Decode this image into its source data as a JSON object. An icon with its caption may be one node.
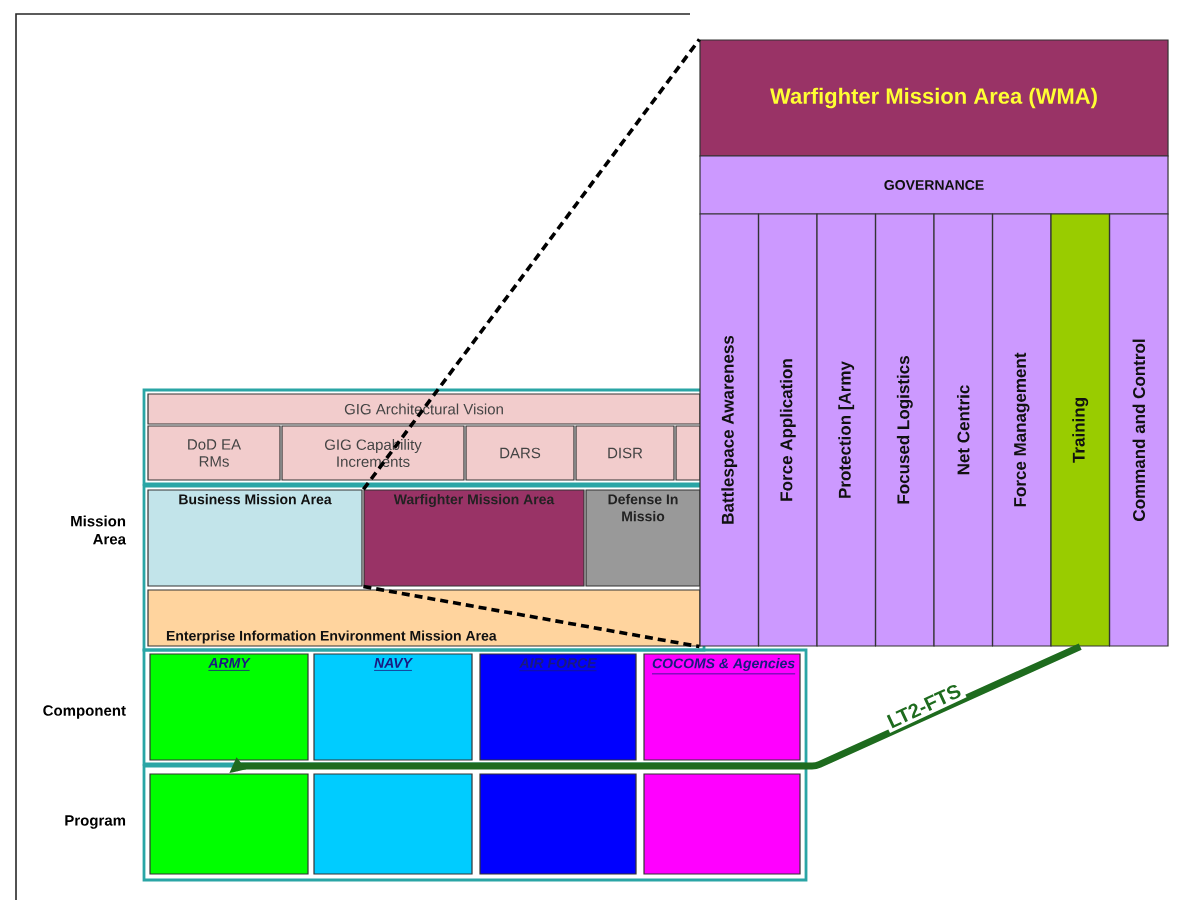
{
  "diagram": {
    "nodes": [
      {
        "text": [
          "GIG Architectural Vision"
        ]
      },
      {
        "text": [
          "DoD EA RMs"
        ]
      },
      {
        "text": [
          "GIG Capability Increments"
        ]
      },
      {
        "text": [
          "DARS"
        ]
      },
      {
        "text": [
          "DISR"
        ]
      },
      {
        "text": [],
        "shape": "box"
      },
      {
        "text": [
          "Business Mission Area"
        ]
      },
      {
        "text": [
          "Warfighter Mission Area"
        ]
      },
      {
        "text": [
          "Defense In Missio"
        ]
      },
      {
        "text": [
          "Enterprise Information Environment Mission Area"
        ]
      },
      {
        "text": [
          "ARMY"
        ]
      },
      {
        "text": [
          "NAVY"
        ]
      },
      {
        "text": [
          "AIR FORCE"
        ]
      },
      {
        "text": [
          "COCOMS & Agencies"
        ]
      },
      {
        "text": [],
        "shape": "box"
      },
      {
        "text": [],
        "shape": "box"
      },
      {
        "text": [],
        "shape": "box"
      },
      {
        "text": [],
        "shape": "box"
      },
      {
        "text": [
          "Warfighter Mission Area (WMA)"
        ]
      },
      {
        "text": [
          "GOVERNANCE"
        ]
      },
      {
        "text": [
          "Battlespace Awareness"
        ]
      },
      {
        "text": [
          "Force Application"
        ]
      },
      {
        "text": [
          "Protection [Army"
        ]
      },
      {
        "text": [
          "Focused Logistics"
        ]
      },
      {
        "text": [
          "Net Centric"
        ]
      },
      {
        "text": [
          "Force Management"
        ]
      },
      {
        "text": [
          "Training"
        ]
      },
      {
        "text": [
          "Command and Control"
        ]
      }
    ],
    "edges": [
      {
        "from": 26,
        "to": 14,
        "arrow": "to",
        "label": "LT2-FTS",
        "color": "#1e6b1e"
      }
    ],
    "labels": [
      "Mission Area",
      "Component",
      "Program"
    ]
  }
}
